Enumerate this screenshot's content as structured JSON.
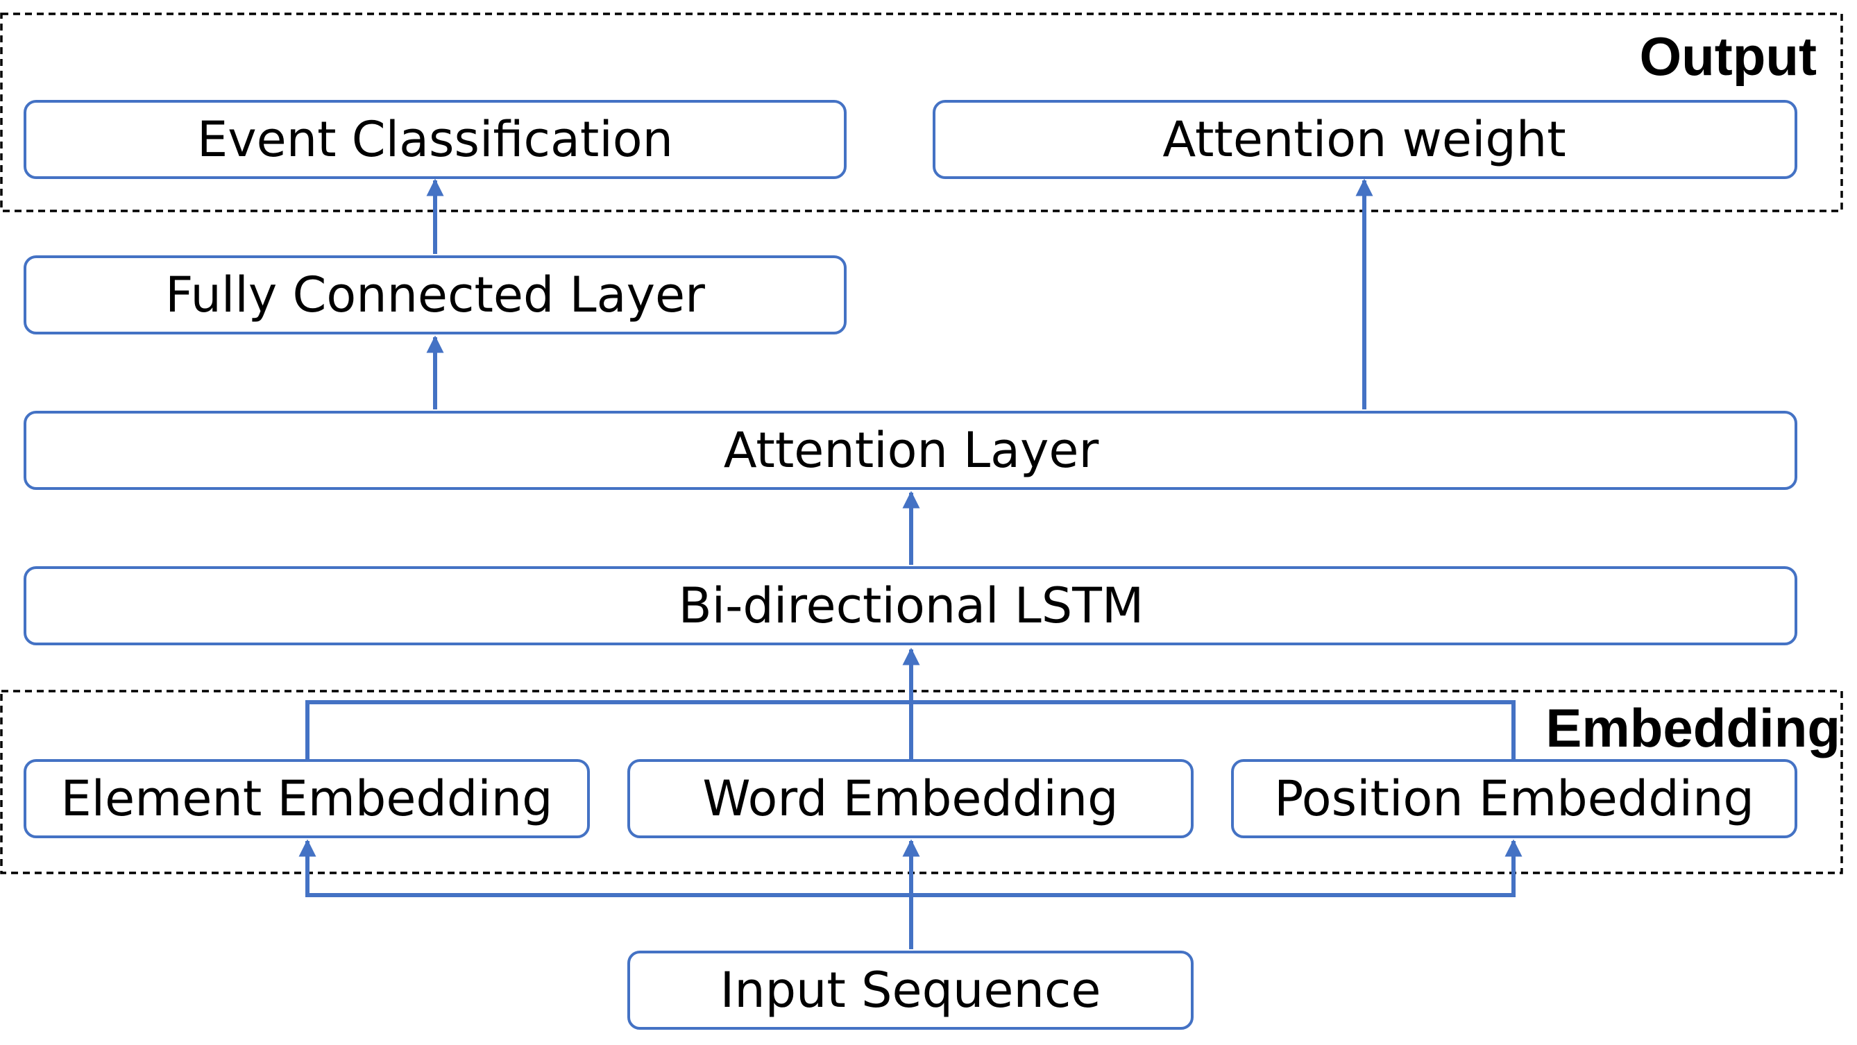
{
  "diagram": {
    "groups": {
      "output": {
        "label": "Output"
      },
      "embedding": {
        "label": "Embedding"
      }
    },
    "nodes": {
      "event_classification": "Event Classification",
      "attention_weight": "Attention weight",
      "fully_connected_layer": "Fully Connected Layer",
      "attention_layer": "Attention Layer",
      "bilstm": "Bi-directional LSTM",
      "element_embedding": "Element Embedding",
      "word_embedding": "Word Embedding",
      "position_embedding": "Position Embedding",
      "input_sequence": "Input Sequence"
    },
    "edges": [
      {
        "from": "input_sequence",
        "to": "element_embedding"
      },
      {
        "from": "input_sequence",
        "to": "word_embedding"
      },
      {
        "from": "input_sequence",
        "to": "position_embedding"
      },
      {
        "from": "element_embedding",
        "to": "bilstm"
      },
      {
        "from": "word_embedding",
        "to": "bilstm"
      },
      {
        "from": "position_embedding",
        "to": "bilstm"
      },
      {
        "from": "bilstm",
        "to": "attention_layer"
      },
      {
        "from": "attention_layer",
        "to": "fully_connected_layer"
      },
      {
        "from": "attention_layer",
        "to": "attention_weight"
      },
      {
        "from": "fully_connected_layer",
        "to": "event_classification"
      }
    ],
    "colors": {
      "accent": "#4472C4",
      "group_border": "#000000",
      "text": "#000000"
    }
  }
}
